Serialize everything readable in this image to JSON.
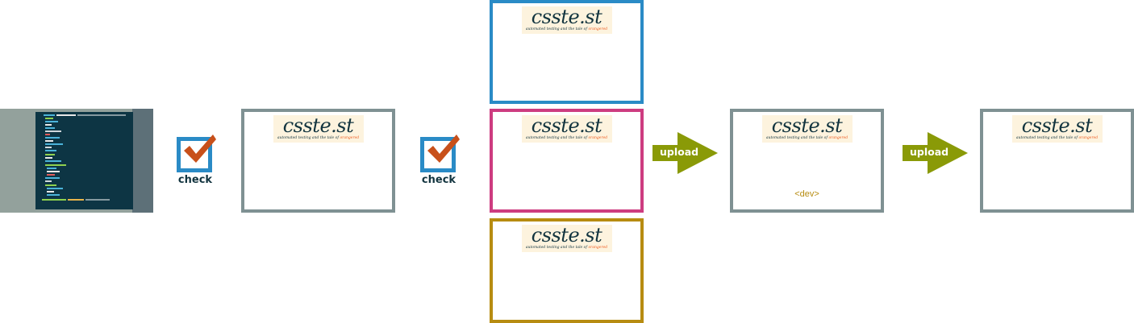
{
  "site": {
    "logo_name": "csste.st",
    "tagline_prefix": "automated testing and the tale of ",
    "tagline_accent": "orangered"
  },
  "steps": {
    "check_label": "check",
    "upload_label": "upload",
    "dev_label": "<dev>"
  },
  "colors": {
    "frame_default": "#7f9193",
    "frame_blue": "#2a8bc6",
    "frame_pink": "#cd3c80",
    "frame_gold": "#b78c11",
    "check_orange": "#c8501a",
    "arrow_green": "#8a9a07"
  },
  "icons": {
    "check": "checkbox-checked-icon",
    "upload": "arrow-right-icon"
  }
}
